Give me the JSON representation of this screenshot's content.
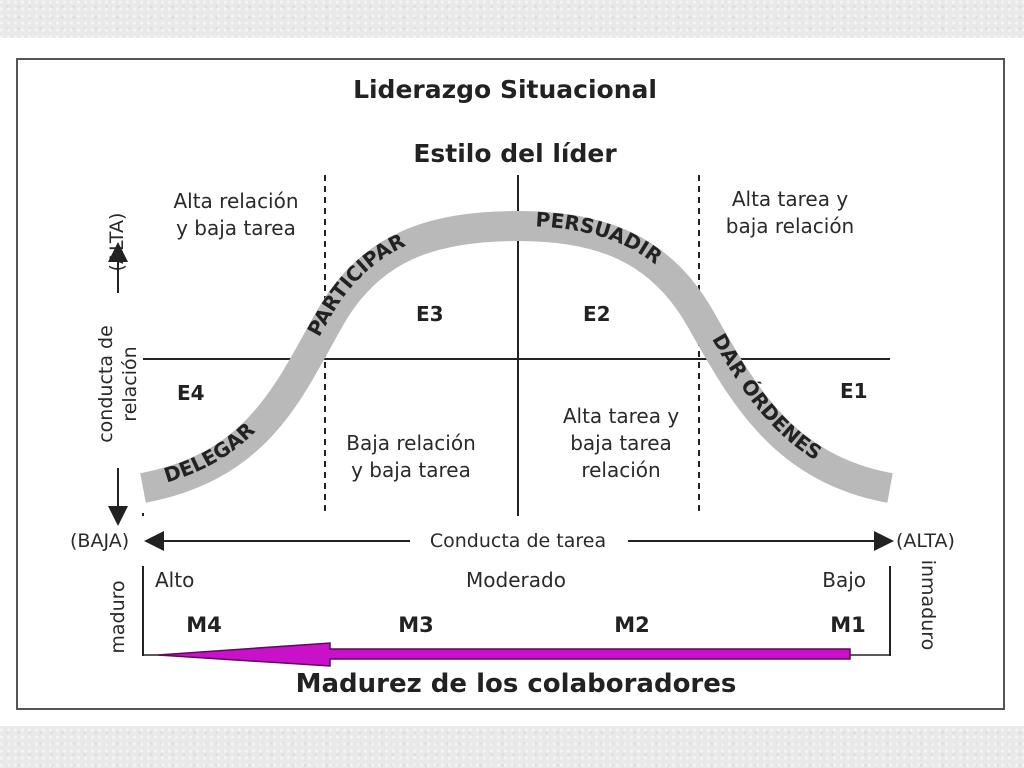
{
  "title": "Liderazgo Situacional",
  "subtitle": "Estilo del líder",
  "quadrant_notes": {
    "top_left": [
      "Alta relación",
      "y baja tarea"
    ],
    "top_right": [
      "Alta tarea y",
      "baja relación"
    ],
    "bottom_center_left": [
      "Baja relación",
      "y baja tarea"
    ],
    "bottom_center_right": [
      "Alta tarea y",
      "baja tarea",
      "relación"
    ]
  },
  "styles": [
    {
      "code": "E1",
      "label": "DAR ÓRDENES"
    },
    {
      "code": "E2",
      "label": "PERSUADIR"
    },
    {
      "code": "E3",
      "label": "PARTICIPAR"
    },
    {
      "code": "E4",
      "label": "DELEGAR"
    }
  ],
  "y_axis": {
    "label_line1": "conducta de",
    "label_line2": "relación",
    "high": "(ALTA)",
    "low": "(BAJA)"
  },
  "x_axis": {
    "label": "Conducta de tarea",
    "high": "(ALTA)"
  },
  "maturity": {
    "left_vertical": "maduro",
    "right_vertical": "inmaduro",
    "high": "Alto",
    "moderate": "Moderado",
    "low": "Bajo",
    "levels": [
      "M4",
      "M3",
      "M2",
      "M1"
    ],
    "caption": "Madurez de los colaboradores",
    "arrow_color": "#c811c8"
  },
  "colors": {
    "curve": "#b9b9b9",
    "curve_text": "#3a3a3a",
    "lines": "#222222",
    "frame": "#555555"
  }
}
